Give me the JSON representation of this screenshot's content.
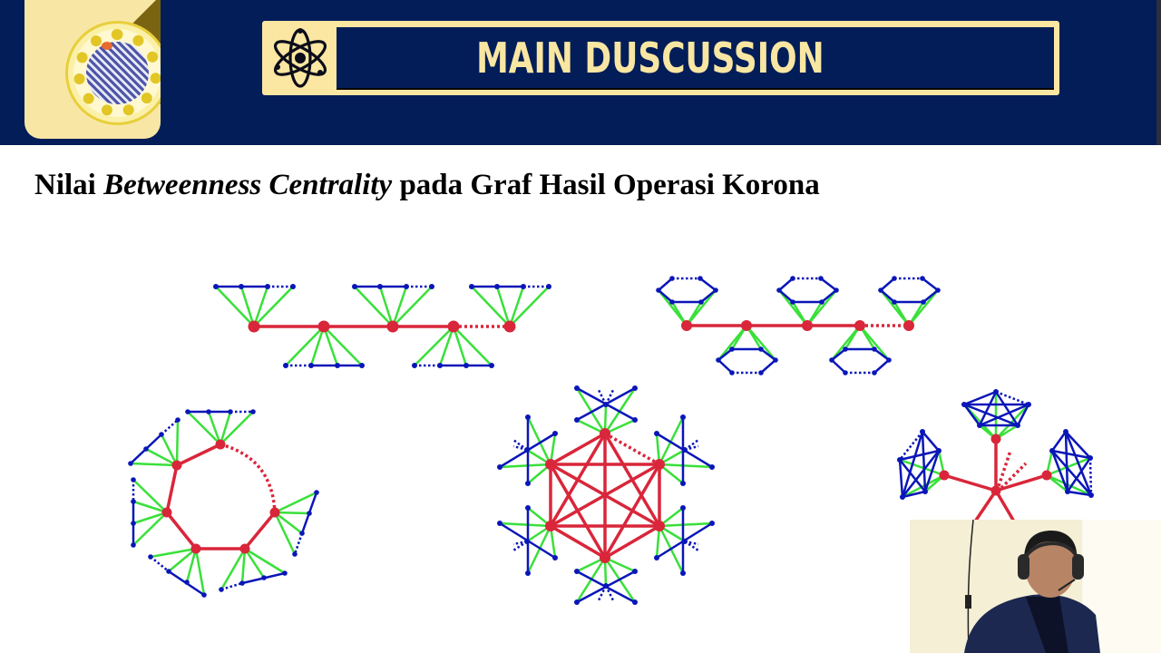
{
  "header": {
    "title": "MAIN DUSCUSSION",
    "logo_icon": "university-seal-logo",
    "title_icon": "atom-icon",
    "colors": {
      "navy": "#031d58",
      "cream": "#fbe6a2",
      "shadow": "#7a6412"
    }
  },
  "content": {
    "subtitle_prefix": "Nilai ",
    "subtitle_italic": "Betweenness Centrality",
    "subtitle_suffix": " pada Graf Hasil Operasi Korona"
  },
  "figures": [
    {
      "name": "path-corona-fan",
      "description": "Path graph (red) with fan subgraphs (green/blue) attached to each vertex"
    },
    {
      "name": "path-corona-wheel",
      "description": "Path graph (red) with hexagonal cycle subgraphs attached"
    },
    {
      "name": "cycle-corona-fan",
      "description": "Cycle graph (red) with fan subgraphs attached"
    },
    {
      "name": "complete-corona-star",
      "description": "Complete graph K6 (red) with star subgraphs attached"
    },
    {
      "name": "star-corona-complete",
      "description": "Star graph (red) with complete subgraphs attached"
    }
  ],
  "graph_colors": {
    "core": "#d9263a",
    "join": "#39e03a",
    "leaf": "#0a16b8"
  },
  "webcam": {
    "label": "presenter-webcam"
  }
}
